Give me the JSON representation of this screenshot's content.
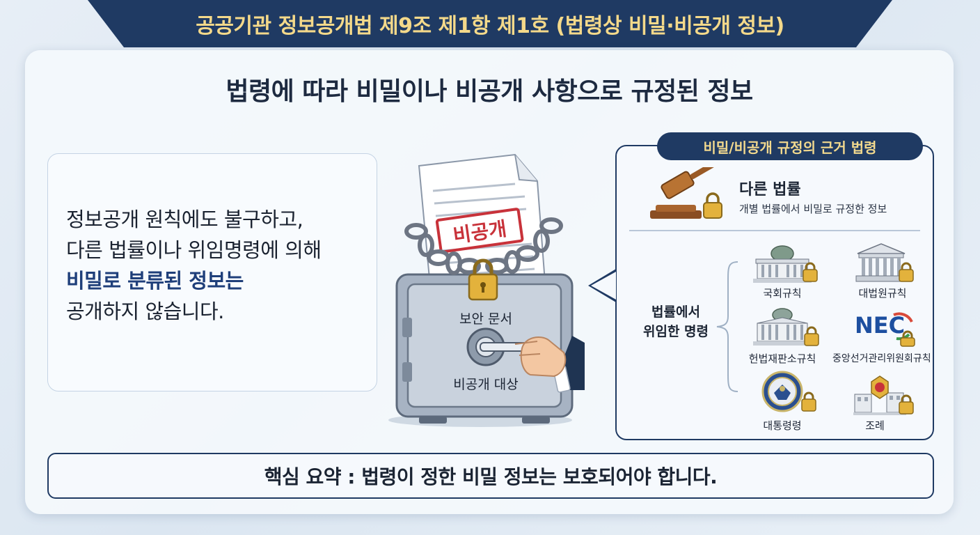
{
  "header": {
    "title": "공공기관 정보공개법 제9조 제1항 제1호 (법령상 비밀·비공개 정보)"
  },
  "headline": "법령에 따라 비밀이나 비공개 사항으로 규정된 정보",
  "left_panel": {
    "lines": [
      "정보공개 원칙에도 불구하고,",
      "다른 법률이나 위임명령에 의해",
      "비밀로 분류된 정보는",
      "공개하지 않습니다."
    ],
    "highlight_line": "비밀로 분류된 정보는"
  },
  "safe": {
    "stamp": "비공개",
    "top_label": "보안 문서",
    "bottom_label": "비공개 대상"
  },
  "right_panel": {
    "header": "비밀/비공개 규정의 근거 법령",
    "law": {
      "title": "다른 법률",
      "desc": "개별 법률에서 비밀로 규정한 정보"
    },
    "delegated_label_1": "법률에서",
    "delegated_label_2": "위임한 명령",
    "institutions": [
      {
        "label": "국회규칙",
        "icon": "parliament-icon"
      },
      {
        "label": "대법원규칙",
        "icon": "supreme-court-icon"
      },
      {
        "label": "헌법재판소규칙",
        "icon": "constitutional-court-icon"
      },
      {
        "label": "중앙선거관리위원회규칙",
        "icon": "nec-logo-icon"
      },
      {
        "label": "대통령령",
        "icon": "presidential-seal-icon"
      },
      {
        "label": "조례",
        "icon": "local-government-icon"
      }
    ],
    "nec_text": "NEC"
  },
  "summary": "핵심 요약 : 법령이 정한 비밀 정보는 보호되어야 합니다.",
  "colors": {
    "navy": "#1f3a63",
    "gold": "#f4d98a",
    "stamp_red": "#c8323a",
    "lock_gold": "#e3b23c"
  }
}
